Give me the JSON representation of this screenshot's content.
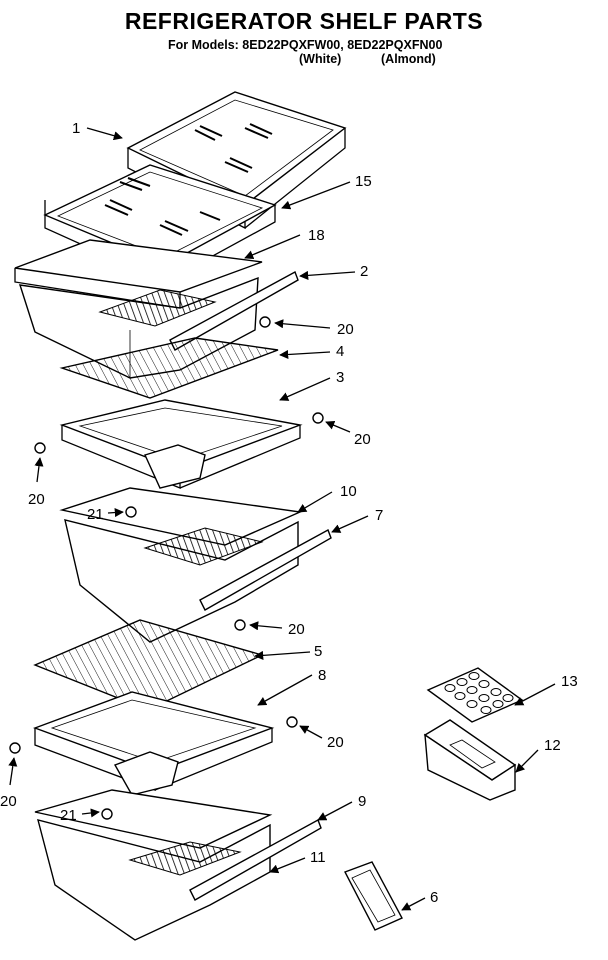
{
  "header": {
    "title": "REFRIGERATOR SHELF PARTS",
    "models": "For Models: 8ED22PQXFW00, 8ED22PQXFN00",
    "variant_white": "(White)",
    "variant_almond": "(Almond)"
  },
  "callouts": {
    "p1": "1",
    "p15": "15",
    "p18": "18",
    "p2": "2",
    "p20a": "20",
    "p4": "4",
    "p3": "3",
    "p20b": "20",
    "p20c": "20",
    "p10": "10",
    "p21a": "21",
    "p7": "7",
    "p20d": "20",
    "p5": "5",
    "p8": "8",
    "p20e": "20",
    "p20f": "20",
    "p9": "9",
    "p21b": "21",
    "p11": "11",
    "p13": "13",
    "p12": "12",
    "p6": "6"
  }
}
